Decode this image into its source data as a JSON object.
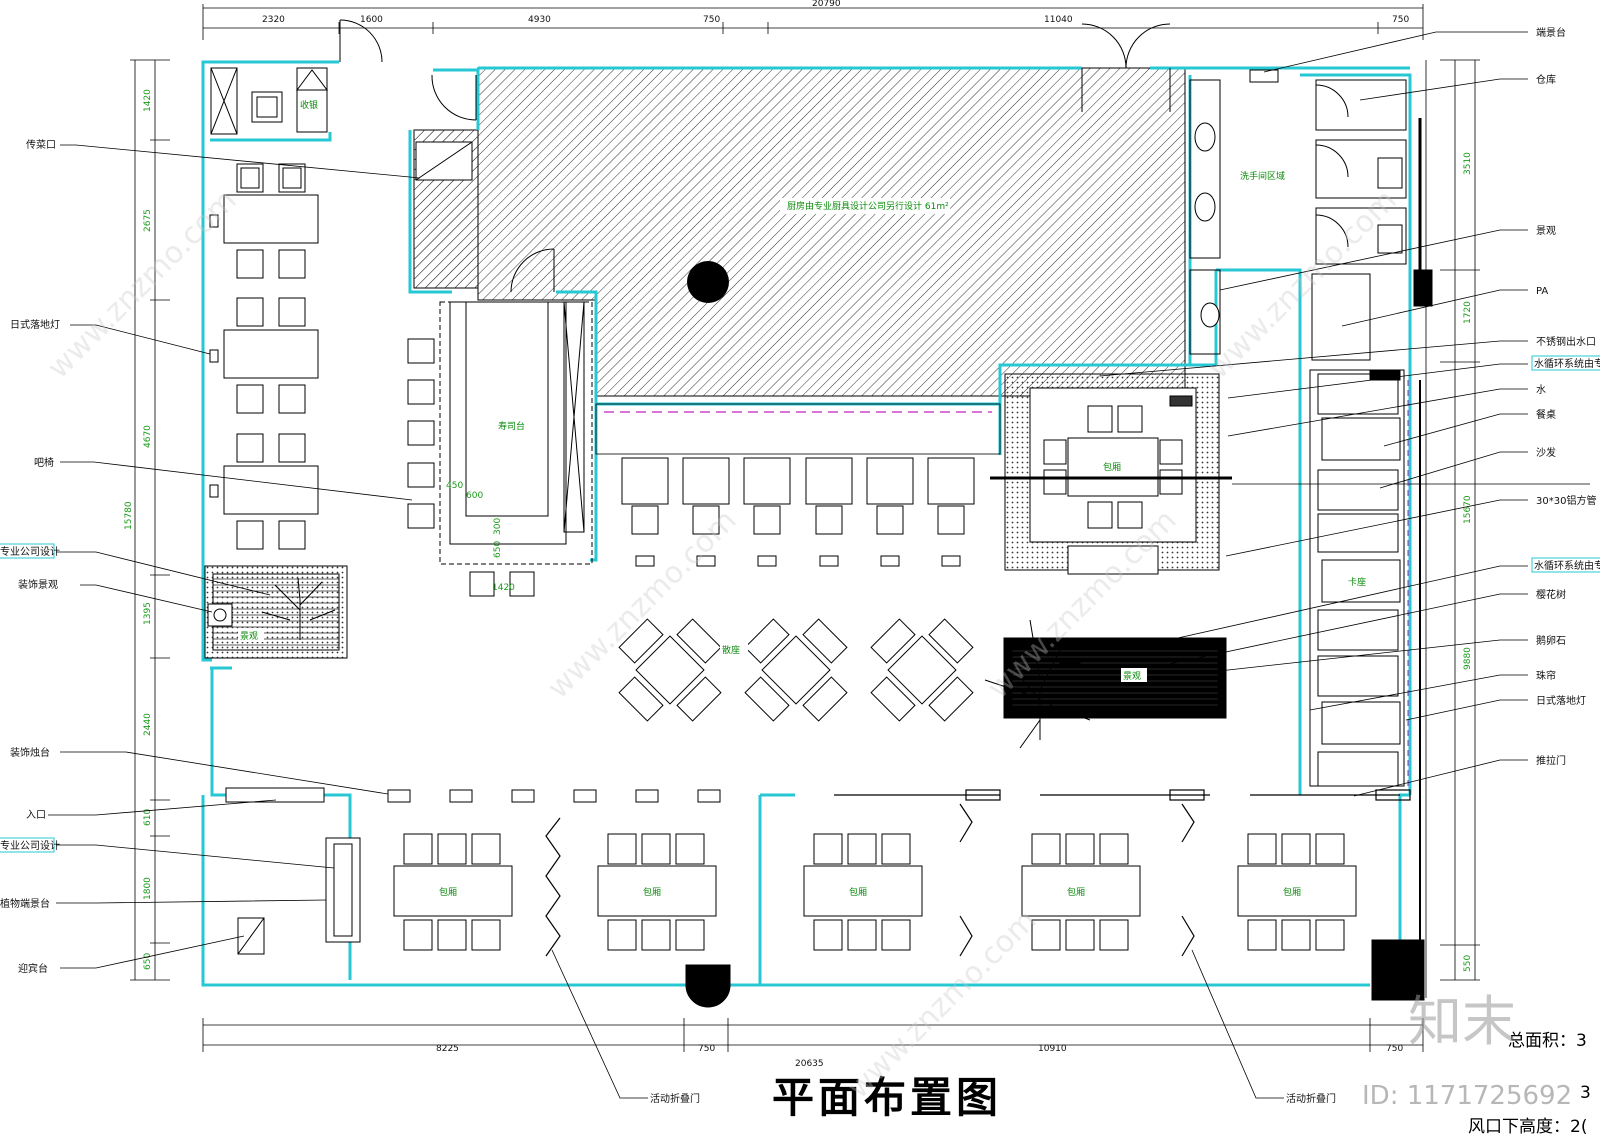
{
  "title": "平面布置图",
  "dimensions": {
    "top_total": "20790",
    "top": [
      "2320",
      "1600",
      "4930",
      "750",
      "11040",
      "750"
    ],
    "bottom_total": "20635",
    "bottom": [
      "8225",
      "750",
      "10910",
      "750"
    ],
    "left": [
      "1420",
      "2675",
      "4670",
      "1395",
      "2440",
      "610",
      "1800",
      "650"
    ],
    "left_total": "15780",
    "right": [
      "3510",
      "1720",
      "9880",
      "550"
    ],
    "right_total": "15670",
    "inner": [
      "450",
      "600",
      "300",
      "650",
      "1420"
    ]
  },
  "rooms": {
    "kitchen": "厨房由专业厨具设计公司另行设计 61m²",
    "sushi_bar": "寿司台",
    "cashier": "收银",
    "washroom": "洗手间区域",
    "private_room": "包厢",
    "scatter_seat": "散座",
    "booth": "卡座",
    "landscape": "景观",
    "landscape2": "景观"
  },
  "labels_left": [
    "传菜口",
    "日式落地灯",
    "吧椅",
    "专业公司设计",
    "装饰景观",
    "装饰烛台",
    "入口",
    "专业公司设计",
    "植物端景台",
    "迎宾台"
  ],
  "labels_right": [
    "端景台",
    "仓库",
    "景观",
    "PA",
    "不锈钢出水口",
    "水循环系统由专",
    "水",
    "餐桌",
    "沙发",
    "30*30铝方管",
    "水循环系统由专",
    "樱花树",
    "鹅卵石",
    "珠帘",
    "日式落地灯",
    "推拉门"
  ],
  "labels_bottom": [
    "活动折叠门",
    "活动折叠门"
  ],
  "stats": {
    "area": "总面积：3",
    "second": "3",
    "height": "风口下高度：2("
  },
  "watermark": {
    "logo": "知末",
    "id": "ID: 1171725692",
    "url": "www.znzmo.com"
  },
  "colors": {
    "wall": "#27c8d4",
    "line": "#000000",
    "accent": "#c020c0",
    "dimension": "#1a9a1a"
  }
}
